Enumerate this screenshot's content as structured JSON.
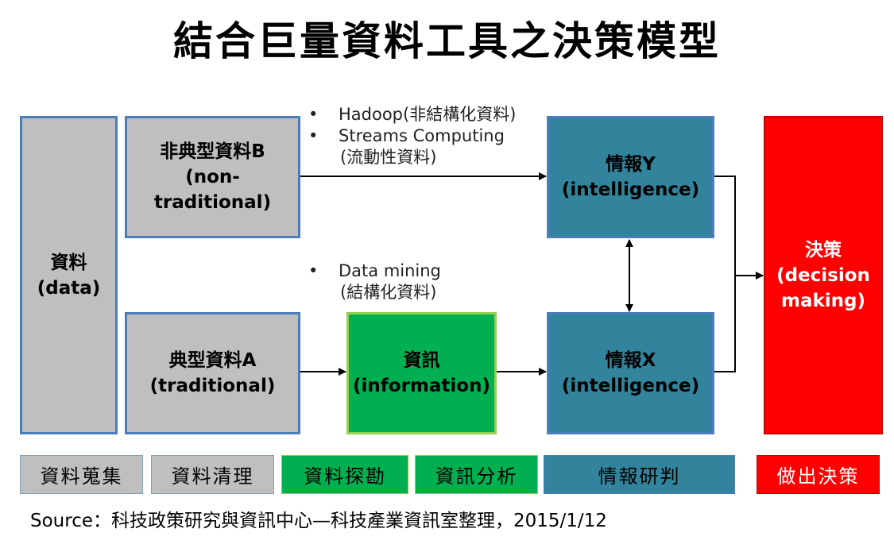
{
  "title": "結合巨量資料工具之決策模型",
  "boxes": {
    "data": {
      "line1": "資料",
      "line2": "(data)"
    },
    "nontraditional": {
      "line1": "非典型資料B",
      "line2": "(non-traditional)"
    },
    "traditional": {
      "line1": "典型資料A",
      "line2": "(traditional)"
    },
    "information": {
      "line1": "資訊",
      "line2": "(information)"
    },
    "intel_y": {
      "line1": "情報Y",
      "line2": "(intelligence)"
    },
    "intel_x": {
      "line1": "情報X",
      "line2": "(intelligence)"
    },
    "decision": {
      "line1": "決策",
      "line2": "(decision",
      "line3": "making)"
    }
  },
  "notes": {
    "top": {
      "bullet": "•",
      "item1": "Hadoop(非結構化資料)",
      "item2": "Streams Computing",
      "item2_sub": "(流動性資料)"
    },
    "mid": {
      "bullet": "•",
      "item1": "Data mining",
      "item1_sub": "(結構化資料)"
    }
  },
  "legend": [
    {
      "label": "資料蒐集",
      "color": "#bfbfbf"
    },
    {
      "label": "資料清理",
      "color": "#bfbfbf"
    },
    {
      "label": "資料探勘",
      "color": "#00b050"
    },
    {
      "label": "資訊分析",
      "color": "#00b050"
    },
    {
      "label": "情報研判",
      "color": "#31849b"
    },
    {
      "label": "做出決策",
      "color": "#ff0000"
    }
  ],
  "source": "Source：科技政策研究與資訊中心—科技產業資訊室整理，2015/1/12"
}
